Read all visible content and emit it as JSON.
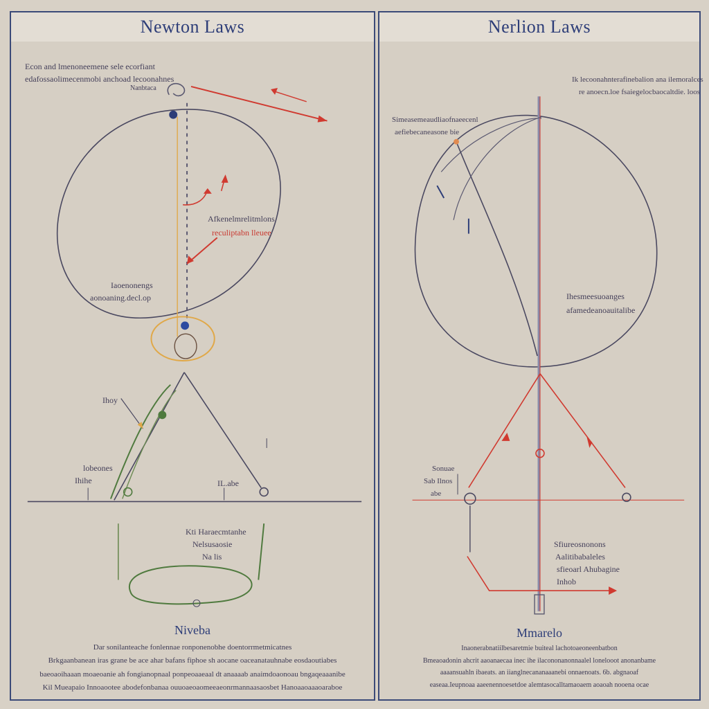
{
  "left_panel": {
    "title": "Newton Laws",
    "notes": {
      "top_1": "Econ and lmenoneemene sele ecorfiant",
      "top_2": "edafossaolimecenmobi anchoad lecoonahnes",
      "pivot_label": "Nanbtaca",
      "center_1": "Afkenelmrelitmlons",
      "center_2": "reculiptabn lleuee",
      "left_1": "Iaoenonengs",
      "left_2": "aonoaning.decl.op",
      "lower_1": "Ihoy",
      "lower_2": "lobeones",
      "lower_3": "Ihihe",
      "lower_4": "IL.abe",
      "bottom_1": "Kti Haraecmtanhe",
      "bottom_2": "Nelsusaosie",
      "bottom_3": "Na lis"
    },
    "section_title": "Niveba",
    "paragraph": [
      "Dar sonilanteache fonlennae ronponenobhe doentorrmetmicatnes",
      "Brkgaanbanean iras grane be ace ahar bafans fiphoe sh aocane oaceanatauhnabe eosdaoutiabes",
      "baeoaoihaaan moaeoanie ah fongianopnaal ponpeoaaeaal dt anaaaab anaimdoaonoau bngaqeaaanibe",
      "Kil Mueapaio Innoaootee abodefonbanaa ouuoaeoaomeeaeonrmannaasaosbet Hanoaaoaaaoaraboe"
    ]
  },
  "right_panel": {
    "title": "Nerlion Laws",
    "notes": {
      "top_1": "Ik lecoonahnterafinebalion ana ilemoralces",
      "top_2": "re anoecn.loe fsaiegelocbaocaltdie. loos",
      "left_1": "Simeasemeaudliaofnaeecenl",
      "left_2": "aefiebecaneasone bie",
      "right_1": "Ihesmeesuoanges",
      "right_2": "afamedeanoauitalibe",
      "side_1": "Sonuae",
      "side_2": "Sab Ilnos",
      "side_3": "abe",
      "lower_1": "Sfiureosnonons",
      "lower_2": "Aalitibabaleles",
      "lower_3": "sfieoarl Ahubagine",
      "lower_4": "Inhob"
    },
    "section_title": "Mmarelo",
    "paragraph": [
      "Inaonerabnatiilbesaretmie buiteal lachotoaeoneenbatbon",
      "Bmeaoadonin ahcrit aaoanaecaa inec ihe ilacononanonnaalel lonelooot anonanbame",
      "aaaansuahln ibaeats. an iianglnecananaaanebi onnaenoats. 6b. abgnaoaf",
      "easeaa.Ieupnoaa aaeenennoesetdoe alemtasocalltamaoaem aoaoah nooena ocae"
    ]
  },
  "colors": {
    "frame": "#3b4a78",
    "ink": "#3d3a55",
    "red": "#d03a30",
    "orange": "#e0a848",
    "green": "#4f7a3e",
    "blue": "#2d4aa0"
  }
}
